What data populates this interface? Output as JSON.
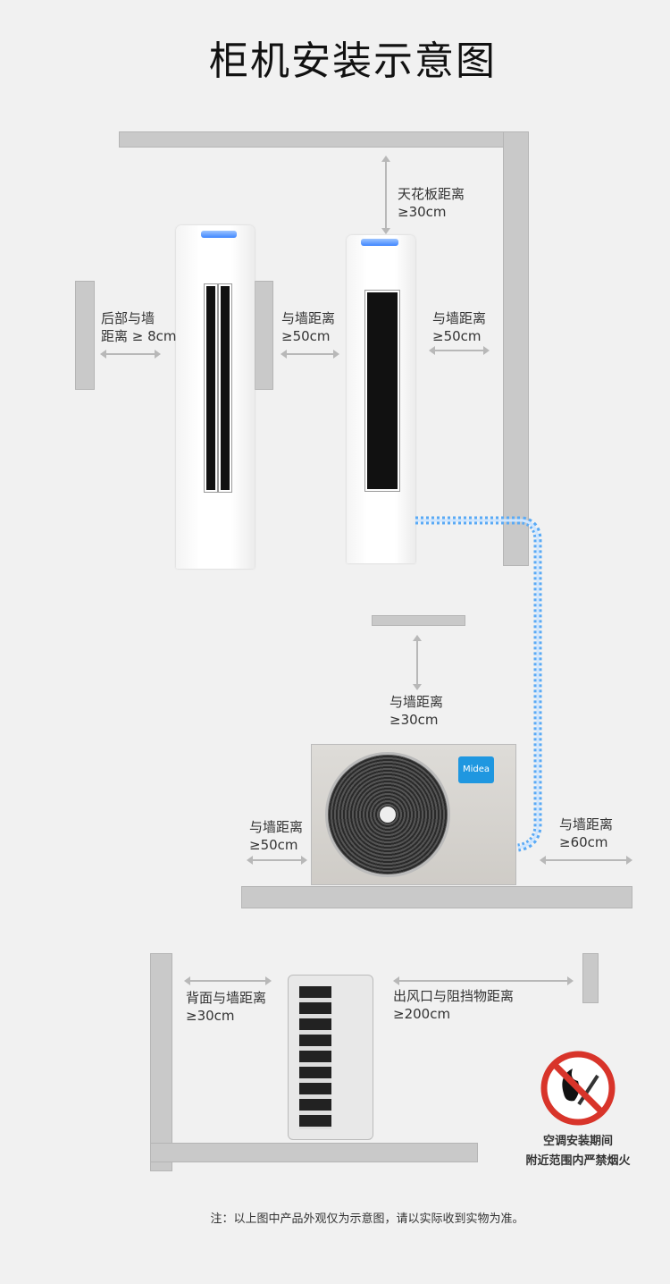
{
  "title": "柜机安装示意图",
  "indoor": {
    "ceiling_label": "天花板距离",
    "ceiling_value": "≥30cm",
    "rear_label": "后部与墙",
    "rear_value": "距离 ≥ 8cm",
    "side_label_1": "与墙距离",
    "side_value_1": "≥50cm",
    "side_label_2": "与墙距离",
    "side_value_2": "≥50cm"
  },
  "outdoor": {
    "top_label": "与墙距离",
    "top_value": "≥30cm",
    "left_label": "与墙距离",
    "left_value": "≥50cm",
    "right_label": "与墙距离",
    "right_value": "≥60cm",
    "brand": "Midea",
    "back_label": "背面与墙距离",
    "back_value": "≥30cm",
    "outlet_label": "出风口与阻挡物距离",
    "outlet_value": "≥200cm"
  },
  "warning": {
    "line1": "空调安装期间",
    "line2": "附近范围内严禁烟火",
    "color": "#d8342a"
  },
  "note": "注：以上图中产品外观仅为示意图，请以实际收到实物为准。",
  "colors": {
    "pipe": "#5aaaf5",
    "wall": "#c9c9c9"
  }
}
